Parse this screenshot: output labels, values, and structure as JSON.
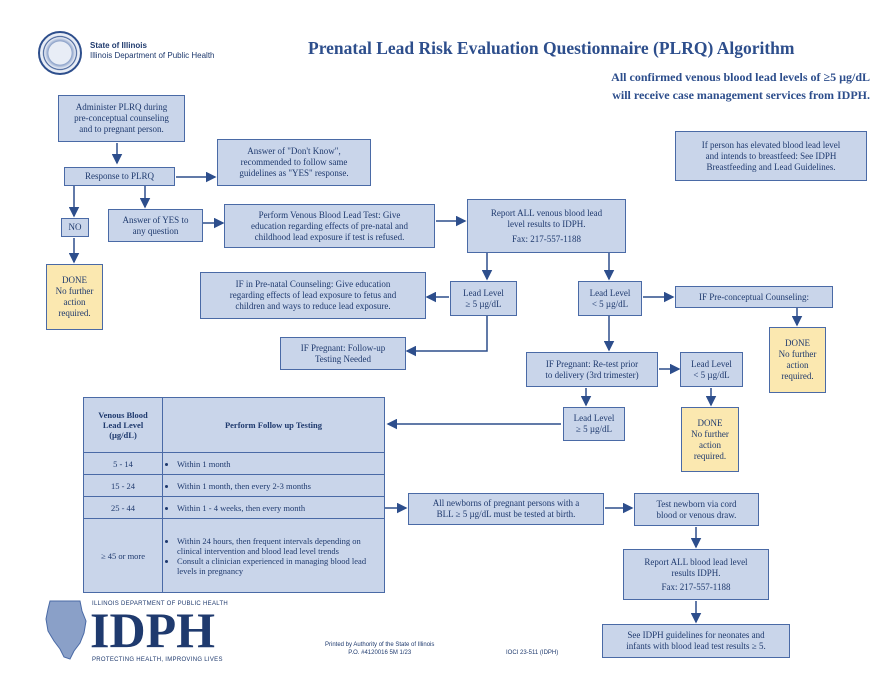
{
  "header": {
    "state_line1": "State of Illinois",
    "state_line2": "Illinois Department of Public Health",
    "title": "Prenatal Lead Risk Evaluation Questionnaire (PLRQ) Algorithm",
    "subtitle": "All confirmed venous blood lead levels of ≥5 µg/dL\nwill receive case management services from IDPH."
  },
  "boxes": {
    "administer": "Administer PLRQ during\npre-conceptual counseling\nand to pregnant person.",
    "dont_know": "Answer of \"Don't Know\",\nrecommended to follow same\nguidelines as \"YES\" response.",
    "response": "Response to PLRQ",
    "no": "NO",
    "yes": "Answer of YES to\nany question",
    "perform_test": "Perform Venous Blood Lead Test: Give\neducation regarding effects of pre-natal and\nchildhood lead exposure if test is refused.",
    "report_all": "Report ALL venous blood lead\nlevel results to IDPH.",
    "fax1": "Fax: 217-557-1188",
    "breastfeeding": "If person has elevated blood lead level\nand intends to breastfeed: See IDPH\nBreastfeeding and Lead Guidelines.",
    "prenatal_counsel": "IF in Pre-natal Counseling: Give education\nregarding effects of lead exposure to fetus and\nchildren and ways to reduce lead exposure.",
    "lead_ge5": "Lead Level\n≥ 5 µg/dL",
    "lead_lt5": "Lead Level\n< 5 µg/dL",
    "preconceptual": "IF Pre-conceptual Counseling:",
    "pregnant_followup": "IF Pregnant: Follow-up\nTesting Needed",
    "pregnant_retest": "IF Pregnant: Re-test prior\nto delivery (3rd trimester)",
    "lead_lt5_b": "Lead Level\n< 5 µg/dL",
    "lead_ge5_b": "Lead Level\n≥ 5 µg/dL",
    "newborns": "All newborns of pregnant persons with a\nBLL ≥ 5 µg/dL must be tested at birth.",
    "test_newborn": "Test newborn via cord\nblood or venous draw.",
    "report_newborn": "Report ALL blood lead level\nresults IDPH.",
    "fax2": "Fax: 217-557-1188",
    "guidelines": "See IDPH guidelines for neonates and\ninfants with blood lead test results ≥ 5."
  },
  "done": {
    "label": "DONE",
    "text": "No further\naction\nrequired."
  },
  "table": {
    "col1_header": "Venous Blood\nLead Level\n(µg/dL)",
    "col2_header": "Perform Follow up Testing",
    "rows": [
      {
        "level": "5 - 14",
        "actions": [
          "Within 1 month"
        ]
      },
      {
        "level": "15 - 24",
        "actions": [
          "Within 1 month, then every 2-3 months"
        ]
      },
      {
        "level": "25 - 44",
        "actions": [
          "Within 1 - 4 weeks, then every month"
        ]
      },
      {
        "level": "≥ 45 or more",
        "actions": [
          "Within 24 hours, then frequent intervals depending on clinical intervention and blood lead level trends",
          "Consult a clinician experienced in managing blood lead levels in pregnancy"
        ]
      }
    ]
  },
  "footer": {
    "logo_top": "ILLINOIS DEPARTMENT OF PUBLIC HEALTH",
    "logo_main": "IDPH",
    "logo_bottom": "PROTECTING HEALTH, IMPROVING LIVES",
    "printed": "Printed by Authority of the State of Illinois\nP.O. #4120016     5M     1/23",
    "code": "IOCI 23-511 (IDPH)"
  },
  "colors": {
    "box_fill": "#c9d5ea",
    "box_border": "#4a6aa6",
    "done_fill": "#fbe8b0",
    "text": "#1f3a6e"
  }
}
